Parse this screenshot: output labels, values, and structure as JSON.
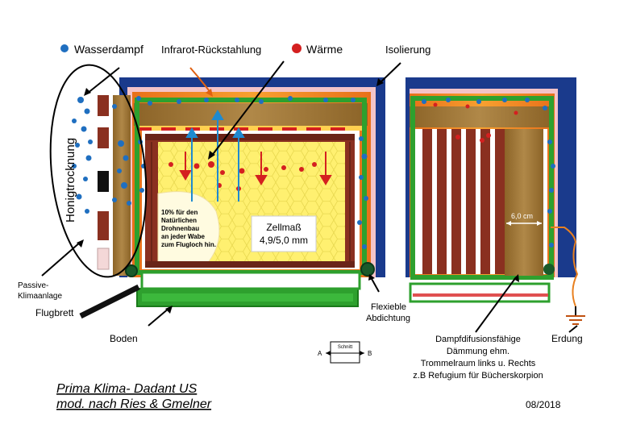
{
  "legend": {
    "vapor": "Wasserdampf",
    "infrared": "Infrarot-Rückstahlung",
    "heat": "Wärme",
    "insulation": "Isolierung"
  },
  "labels": {
    "honey_drying": "Honigtrocknung",
    "passive_ac_1": "Passive-",
    "passive_ac_2": "Klimaanlage",
    "flight_board": "Flugbrett",
    "floor": "Boden",
    "seal_1": "Flexieble",
    "seal_2": "Abdichtung",
    "drone_note": [
      "10% für den",
      "Natürlichen",
      "Drohnenbau",
      "an jeder Wabe",
      "zum Flugloch hin."
    ],
    "cell_size_1": "Zellmaß",
    "cell_size_2": "4,9/5,0 mm",
    "spacing": "6,0 cm",
    "section_title": "Schnitt",
    "section_a": "A",
    "section_b": "B",
    "insulation_note": [
      "Dampfdifusionsfähige",
      "Dämmung ehm.",
      "Trommelraum links u. Rechts",
      "z.B Refugium für Bücherskorpion"
    ],
    "grounding": "Erdung",
    "title_1": "Prima Klima- Dadant US",
    "title_2": "mod. nach Ries & Gmelner",
    "date": "08/2018"
  },
  "colors": {
    "insulation": "#1a3a8c",
    "vapor": "#1f6fc0",
    "heat": "#d42020",
    "frame_green": "#2ea02e",
    "wood": "#a0783c",
    "comb": "#fff070",
    "orange": "#f08a1a",
    "pink": "#f4c4c8",
    "brown": "#8a3020"
  }
}
